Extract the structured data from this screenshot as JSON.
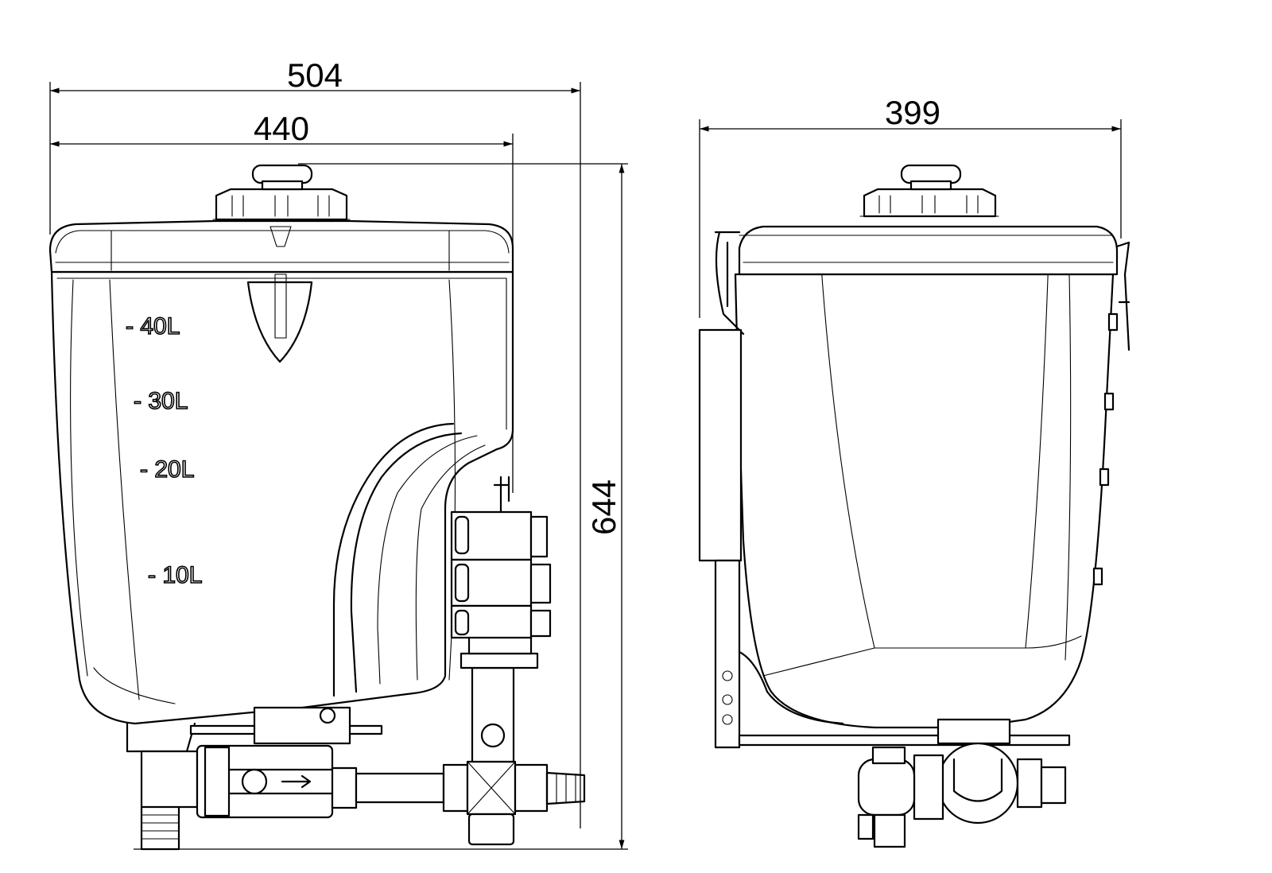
{
  "dimensions": {
    "overall_width": "504",
    "tank_width": "440",
    "height": "644",
    "depth": "399"
  },
  "volume_marks": [
    "- 40L",
    "- 30L",
    "- 20L",
    "- 10L"
  ],
  "colors": {
    "line": "#000000",
    "background": "#ffffff"
  }
}
